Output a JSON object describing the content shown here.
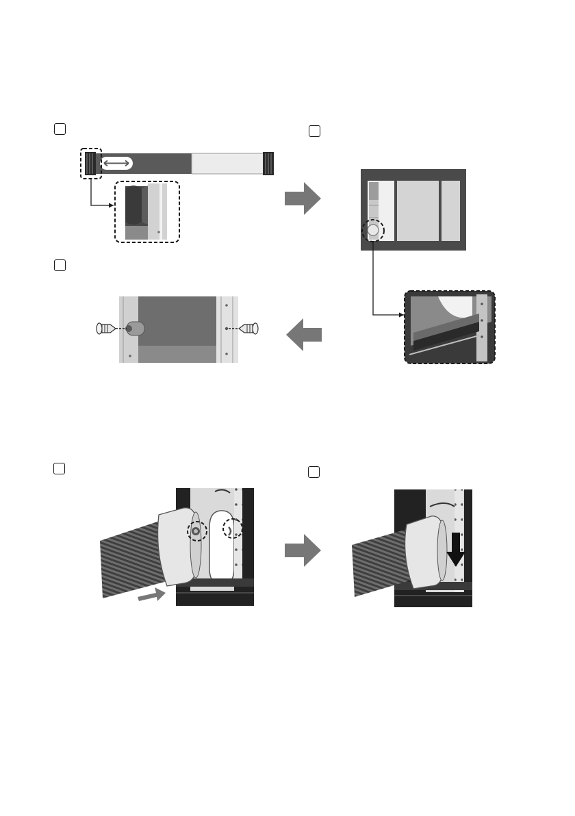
{
  "title": "",
  "steps": [
    {
      "id": "step-a",
      "label": ""
    },
    {
      "id": "step-b",
      "label": ""
    },
    {
      "id": "step-c",
      "label": ""
    },
    {
      "id": "step-d",
      "label": ""
    },
    {
      "id": "step-e",
      "label": ""
    }
  ],
  "icons": {
    "flow_arrow": "right-arrow-icon",
    "back_arrow": "left-arrow-icon",
    "screw": "screw-icon",
    "push_arrow": "push-arrow-icon",
    "down_arrow": "down-arrow-icon"
  },
  "colors": {
    "ink": "#1a1a1a",
    "dark_gray": "#5a5a5a",
    "mid_gray": "#7a7a7a",
    "light_gray": "#d6d6d6",
    "pale_gray": "#ececec",
    "arrow_gray": "#777777"
  }
}
